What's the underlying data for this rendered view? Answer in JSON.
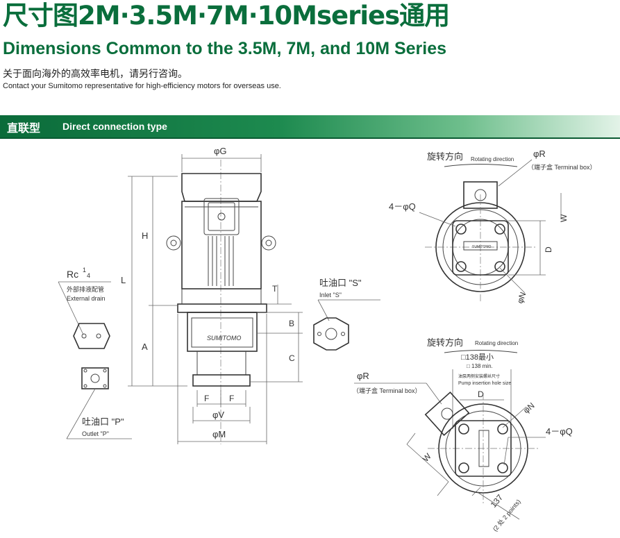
{
  "header": {
    "title_cn": "尺寸图2M·3.5M·7M·10Mseries通用",
    "title_en": "Dimensions Common to the 3.5M, 7M, and 10M Series",
    "note_cn": "关于面向海外的高效率电机，请另行咨询。",
    "note_en": "Contact your Sumitomo representative for high-efficiency motors for overseas use."
  },
  "section": {
    "label_cn": "直联型",
    "label_en": "Direct connection type"
  },
  "front_view": {
    "phiG": "φG",
    "H": "H",
    "L": "L",
    "T": "T",
    "B": "B",
    "A": "A",
    "C": "C",
    "F1": "F",
    "F2": "F",
    "phiV": "φV",
    "phiM": "φM",
    "logo": "SUMITOMO"
  },
  "drain": {
    "rc_prefix": "Rc",
    "rc_sup": "1",
    "rc_sub": "4",
    "label_cn": "外部排液配管",
    "label_en": "External drain"
  },
  "outlet": {
    "label_cn": "吐油口 \"P\"",
    "label_en": "Outlet \"P\""
  },
  "inlet": {
    "label_cn": "吐油口 \"S\"",
    "label_en": "Inlet \"S\""
  },
  "top_view_1": {
    "rotation_cn": "旋转方向",
    "rotation_en": "Rotating direction",
    "phiR": "φR",
    "terminal_box": "（端子盒 Terminal box）",
    "bolt_holes": "4－φQ",
    "W": "W",
    "D": "D",
    "phiN": "φN"
  },
  "top_view_2": {
    "rotation_cn": "旋转方向",
    "rotation_en": "Rotating direction",
    "min_cn": "□138最小",
    "min_en": "□ 138 min.",
    "insertion_cn": "油泵两侧安装螺丝尺寸",
    "insertion_en": "Pump insertion hole size",
    "D": "D",
    "phiR": "φR",
    "terminal_box": "（端子盒 Terminal box）",
    "phiN": "φN",
    "bolt_holes": "4－φQ",
    "W": "W",
    "dim_137": "137",
    "points": "(2 处  2 points)"
  }
}
